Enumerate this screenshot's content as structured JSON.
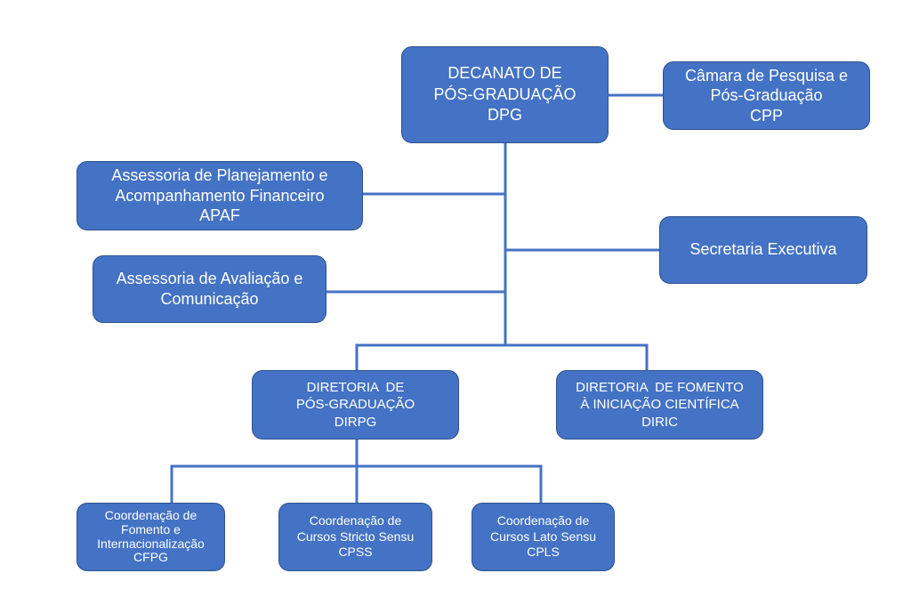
{
  "colors": {
    "fill": "#4472C4",
    "border": "#2F528F",
    "line": "#4472C4"
  },
  "nodes": {
    "dpg": [
      "DECANATO DE",
      "PÓS-GRADUAÇÃO",
      "DPG"
    ],
    "cpp": [
      "Câmara de Pesquisa e",
      "Pós-Graduação",
      "CPP"
    ],
    "apaf": [
      "Assessoria de Planejamento e",
      "Acompanhamento Financeiro",
      "APAF"
    ],
    "secretaria": [
      "Secretaria Executiva"
    ],
    "avaliacao": [
      "Assessoria de Avaliação e",
      "Comunicação"
    ],
    "dirpg": [
      "DIRETORIA  DE",
      "PÓS-GRADUAÇÃO",
      "DIRPG"
    ],
    "diric": [
      "DIRETORIA  DE FOMENTO",
      "À INICIAÇÃO CIENTÍFICA",
      "DIRIC"
    ],
    "cfpg": [
      "Coordenação de",
      "Fomento e",
      "Internacionalização",
      "CFPG"
    ],
    "cpss": [
      "Coordenação de",
      "Cursos Stricto Sensu",
      "CPSS"
    ],
    "cpls": [
      "Coordenação de",
      "Cursos Lato Sensu",
      "CPLS"
    ]
  }
}
